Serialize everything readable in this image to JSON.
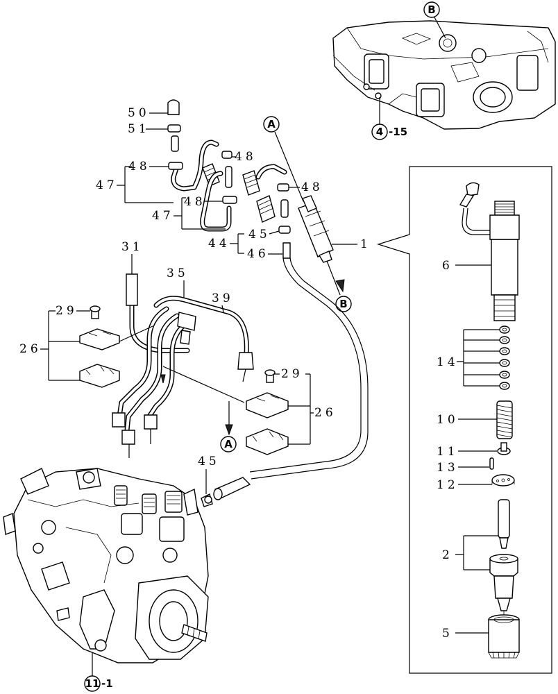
{
  "labels": {
    "p50": "50",
    "p51": "51",
    "p48a": "48",
    "p48b": "48",
    "p48c": "48",
    "p48d": "48",
    "p47a": "47",
    "p47b": "47",
    "p45a": "45",
    "p45b": "45",
    "p44": "44",
    "p46": "46",
    "p1": "1",
    "p31": "31",
    "p35": "35",
    "p39": "39",
    "p29a": "29",
    "p29b": "29",
    "p26a": "26",
    "p26b": "26",
    "p6": "6",
    "p14": "14",
    "p10": "10",
    "p11": "11",
    "p13": "13",
    "p12": "12",
    "p2": "2",
    "p5": "5"
  },
  "callouts": {
    "a_top": "A",
    "a_bottom": "A",
    "b_top": "B",
    "b_mid": "B"
  },
  "refs": {
    "head_num": "4",
    "head_suffix": "-15",
    "pump_num": "11",
    "pump_suffix": "-1"
  }
}
